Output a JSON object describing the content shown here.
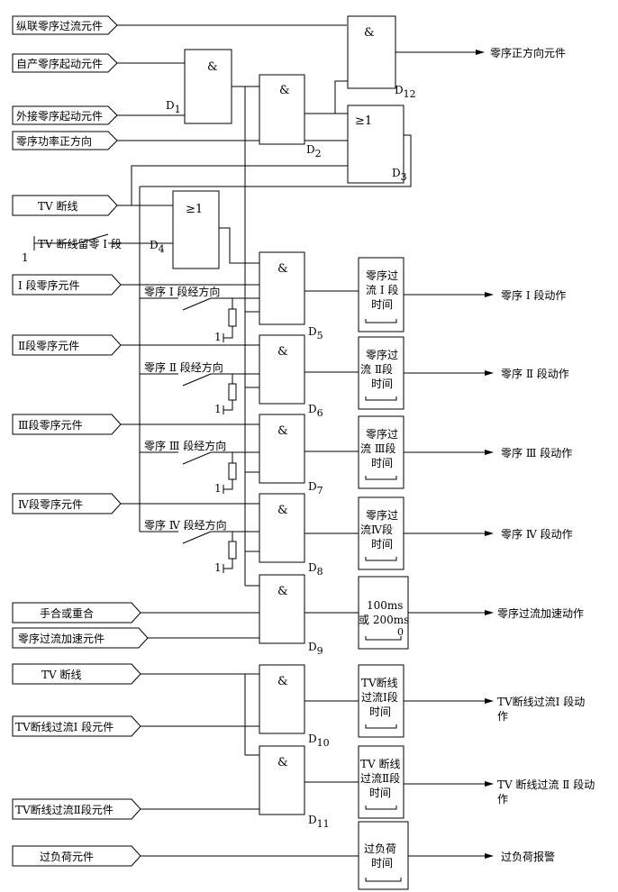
{
  "inputs": {
    "zongLian": "纵联零序过流元件",
    "ziChan": "自产零序起动元件",
    "waiJie": "外接零序起动元件",
    "gongLv": "零序功率正方向",
    "tvDuanXian": "TV 断线",
    "tvLiuLing": "TV 断线留零 I 段",
    "seg1": "I 段零序元件",
    "seg2": "Ⅱ段零序元件",
    "seg3": "Ⅲ段零序元件",
    "seg4": "Ⅳ段零序元件",
    "shouHe": "手合或重合",
    "jiaSu": "零序过流加速元件",
    "tvDuanXian2": "TV 断线",
    "tvGuoLiu1": "TV断线过流I 段元件",
    "tvGuoLiu2": "TV断线过流Ⅱ段元件",
    "guoFuHe": "过负荷元件"
  },
  "switches": {
    "d1": "零序 I 段经方向",
    "d2": "零序 Ⅱ 段经方向",
    "d3": "零序 Ⅲ 段经方向",
    "d4": "零序 Ⅳ 段经方向",
    "one": "1"
  },
  "gates": {
    "and": "&",
    "or": "≥1",
    "D1": "D",
    "D1s": "1",
    "D2": "D",
    "D2s": "2",
    "D3": "D",
    "D3s": "3",
    "D4": "D",
    "D4s": "4",
    "D5": "D",
    "D5s": "5",
    "D6": "D",
    "D6s": "6",
    "D7": "D",
    "D7s": "7",
    "D8": "D",
    "D8s": "8",
    "D9": "D",
    "D9s": "9",
    "D10": "D",
    "D10s": "10",
    "D11": "D",
    "D11s": "11",
    "D12": "D",
    "D12s": "12"
  },
  "timers": {
    "t1": [
      "零序过",
      "流 I 段",
      "时间"
    ],
    "t2": [
      "零序过",
      "流 Ⅱ段",
      "时间"
    ],
    "t3": [
      "零序过",
      "流 Ⅲ段",
      "时间"
    ],
    "t4": [
      "零序过",
      "流Ⅳ段",
      "时间"
    ],
    "t5": [
      "100ms",
      "或 200ms",
      "0"
    ],
    "t6": [
      "TV断线",
      "过流I段",
      "时间"
    ],
    "t7": [
      "TV 断线",
      "过流Ⅱ段",
      "时间"
    ],
    "t8": [
      "过负荷",
      "时间"
    ]
  },
  "outputs": {
    "o0": "零序正方向元件",
    "o1": "零序 I 段动作",
    "o2": "零序 Ⅱ 段动作",
    "o3": "零序 Ⅲ 段动作",
    "o4": "零序 Ⅳ 段动作",
    "o5": "零序过流加速动作",
    "o6a": "TV断线过流I 段动",
    "o6b": "作",
    "o7a": "TV 断线过流 Ⅱ 段动",
    "o7b": "作",
    "o8": "过负荷报警"
  }
}
